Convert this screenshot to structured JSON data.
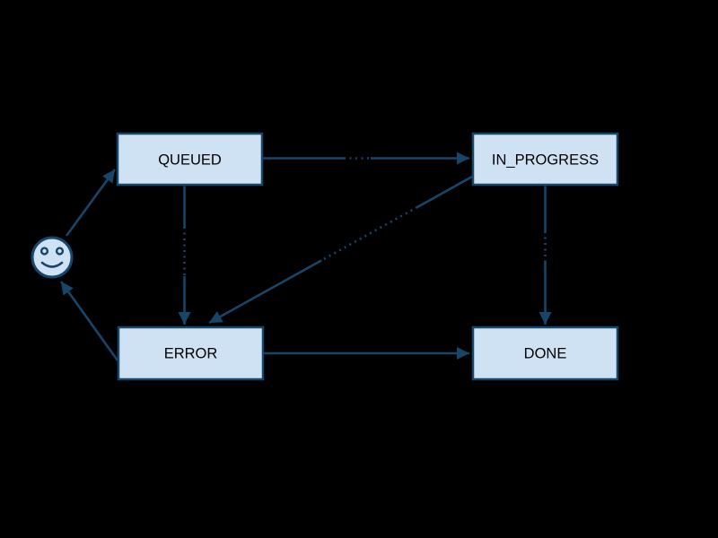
{
  "colors": {
    "background": "#000000",
    "node_fill": "#cfe2f4",
    "node_border": "#17466b",
    "edge": "#17466b",
    "label_text": "#000000"
  },
  "diagram": {
    "type": "state-machine",
    "nodes": [
      {
        "id": "start",
        "shape": "smiley",
        "label": ""
      },
      {
        "id": "queued",
        "shape": "box",
        "label": "QUEUED"
      },
      {
        "id": "in_progress",
        "shape": "box",
        "label": "IN_PROGRESS"
      },
      {
        "id": "error",
        "shape": "box",
        "label": "ERROR"
      },
      {
        "id": "done",
        "shape": "box",
        "label": "DONE"
      }
    ],
    "edges": [
      {
        "from": "start",
        "to": "queued"
      },
      {
        "from": "queued",
        "to": "in_progress"
      },
      {
        "from": "queued",
        "to": "error"
      },
      {
        "from": "in_progress",
        "to": "error"
      },
      {
        "from": "in_progress",
        "to": "done"
      },
      {
        "from": "error",
        "to": "done"
      },
      {
        "from": "error",
        "to": "start"
      }
    ]
  }
}
